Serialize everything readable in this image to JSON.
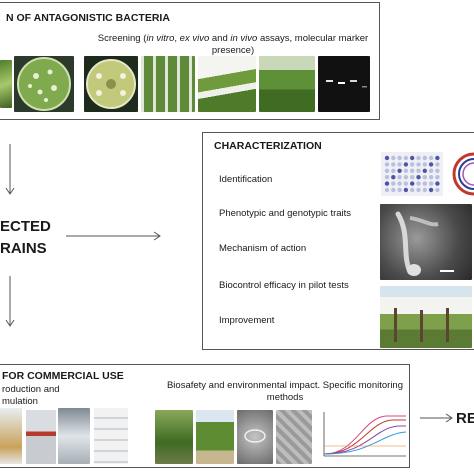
{
  "top": {
    "title": "N OF ANTAGONISTIC BACTERIA",
    "screening_pre": "Screening (",
    "screening_i1": "in vitro",
    "screening_c1": ", ",
    "screening_i2": "ex vivo",
    "screening_c2": " and ",
    "screening_i3": "in vivo",
    "screening_post": " assays, molecular marker",
    "screening_line2": "presence)"
  },
  "selected": {
    "line1": "ECTED",
    "line2": "RAINS"
  },
  "characterization": {
    "title": "CHARACTERIZATION",
    "items": [
      "Identification",
      "Phenotypic and genotypic traits",
      "Mechanism of action",
      "Biocontrol efficacy in pilot tests",
      "Improvement"
    ]
  },
  "commercial": {
    "title": "FOR COMMERCIAL USE",
    "production_line1": "roduction and",
    "production_line2": "mulation",
    "biosafety_line1": "Biosafety and environmental impact. Specific monitoring",
    "biosafety_line2": "methods"
  },
  "right_edge": {
    "label": "RE"
  },
  "colors": {
    "border": "#555555",
    "arrow": "#555555",
    "plate_green": "#6a9a3c",
    "gel_dark": "#111111"
  }
}
